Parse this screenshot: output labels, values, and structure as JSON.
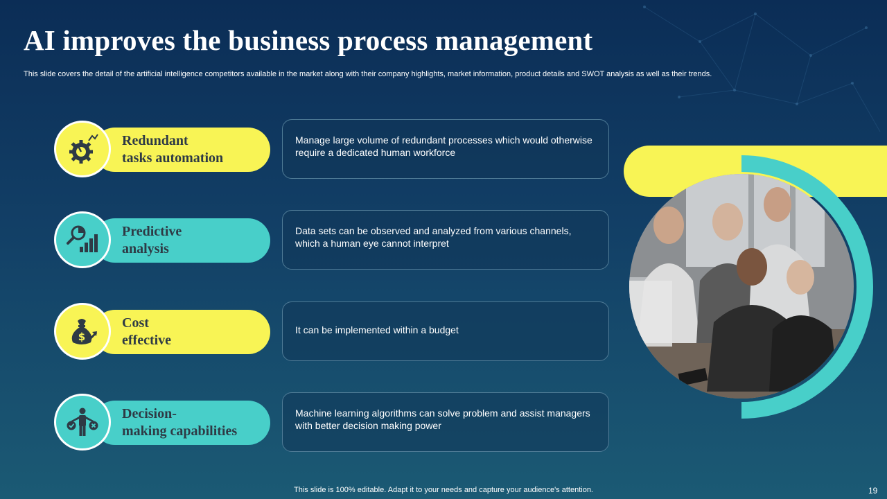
{
  "slide": {
    "title": "AI improves the business process management",
    "subtitle": "This slide covers the detail of the artificial intelligence competitors available in the market along with their company highlights, market information, product details and SWOT analysis as well as their trends.",
    "footer": "This slide is 100% editable. Adapt it to your needs and capture your audience's attention.",
    "page_number": "19"
  },
  "items": [
    {
      "label": "Redundant\ntasks automation",
      "description": "Manage large volume of redundant processes which would otherwise require a dedicated human workforce",
      "icon": "gear-gauge-icon",
      "color": "#f8f455"
    },
    {
      "label": "Predictive\nanalysis",
      "description": "Data sets can be observed and analyzed from various channels, which a human eye cannot interpret",
      "icon": "analytics-chart-icon",
      "color": "#48cfc9"
    },
    {
      "label": "Cost\neffective",
      "description": "It can be implemented within a budget",
      "icon": "money-bag-icon",
      "color": "#f8f455"
    },
    {
      "label": "Decision-\nmaking capabilities",
      "description": "Machine learning algorithms can solve problem and assist managers with better decision making power",
      "icon": "decision-balance-icon",
      "color": "#48cfc9"
    }
  ],
  "colors": {
    "accent_yellow": "#f8f455",
    "accent_teal": "#48cfc9",
    "background": "#0b2d56",
    "icon_dark": "#2e3a45"
  }
}
